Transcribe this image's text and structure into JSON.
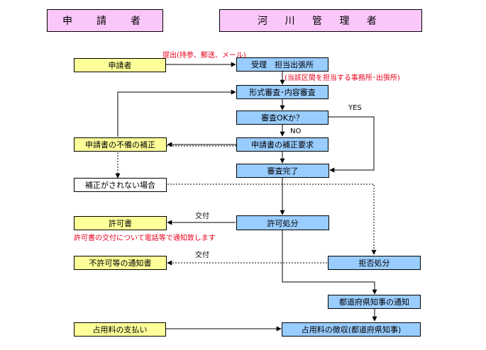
{
  "headers": {
    "applicant": "申　請　者",
    "river_manager": "河 川 管 理 者"
  },
  "boxes": {
    "applicant": "申請者",
    "receipt": "受理　担当出張所",
    "formal_review": "形式審査･内容審査",
    "review_ok": "審査OKか？",
    "deficiency_correction": "申請書の不備の補正",
    "correction_request": "申請書の補正要求",
    "review_complete": "審査完了",
    "not_corrected": "補正がされない場合",
    "permit": "許可書",
    "permit_disposition": "許可処分",
    "non_permit_notice": "不許可等の通知書",
    "rejection_disposition": "拒否処分",
    "governor_notice": "都道府県知事の通知",
    "fee_payment": "占用料の支払い",
    "fee_collection": "占用料の徴収(都道府県知事)"
  },
  "labels": {
    "submission": "提出(持参、郵送、メール)",
    "jurisdiction": "(当該区間を担当する事務所･出張所)",
    "yes": "YES",
    "no": "NO",
    "issue_1": "交付",
    "permit_note": "許可書の交付について電話等で通知致します",
    "issue_2": "交付"
  },
  "colors": {
    "header_fill": "#fbc7fb",
    "applicant_fill": "#ffff99",
    "manager_fill": "#99ccff",
    "note_text": "#e8001c"
  }
}
